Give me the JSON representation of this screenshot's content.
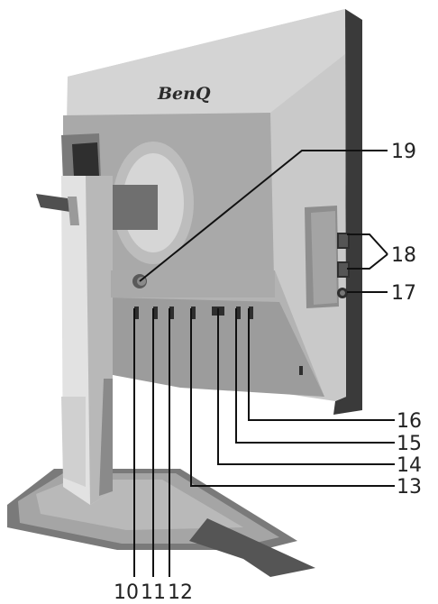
{
  "brand_logo": "BenQ",
  "callouts": [
    {
      "id": "19",
      "label": "19"
    },
    {
      "id": "18",
      "label": "18"
    },
    {
      "id": "17",
      "label": "17"
    },
    {
      "id": "16",
      "label": "16"
    },
    {
      "id": "15",
      "label": "15"
    },
    {
      "id": "14",
      "label": "14"
    },
    {
      "id": "13",
      "label": "13"
    },
    {
      "id": "10",
      "label": "10"
    },
    {
      "id": "11",
      "label": "11"
    },
    {
      "id": "12",
      "label": "12"
    }
  ],
  "colors": {
    "body_light": "#c9c9c9",
    "body_mid": "#a9a9a9",
    "body_dark": "#6f6f6f",
    "edge_dark": "#3a3a3a",
    "stand_light": "#e2e2e2",
    "port_dark": "#2e2e2e",
    "leader": "#111111"
  }
}
